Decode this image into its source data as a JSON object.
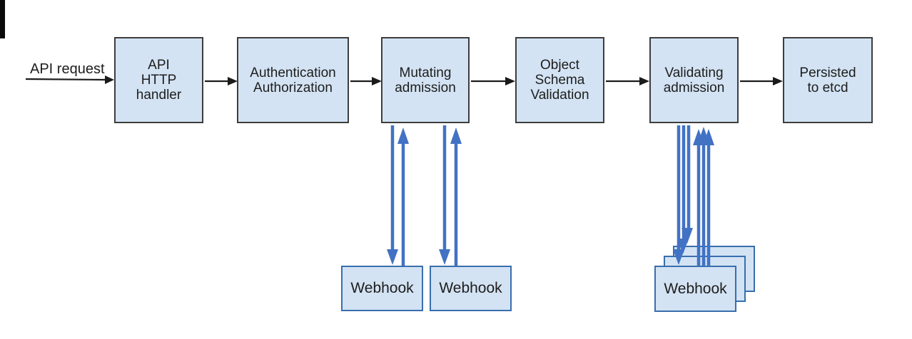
{
  "diagram": {
    "source_label": "API request",
    "nodes": [
      {
        "id": "api-http-handler",
        "label": "API\nHTTP\nhandler"
      },
      {
        "id": "authentication-authorization",
        "label": "Authentication\nAuthorization"
      },
      {
        "id": "mutating-admission",
        "label": "Mutating\nadmission"
      },
      {
        "id": "object-schema-validation",
        "label": "Object\nSchema\nValidation"
      },
      {
        "id": "validating-admission",
        "label": "Validating\nadmission"
      },
      {
        "id": "persisted-to-etcd",
        "label": "Persisted\nto etcd"
      }
    ],
    "webhooks": {
      "mutating": [
        {
          "label": "Webhook"
        },
        {
          "label": "Webhook"
        }
      ],
      "validating": [
        {
          "label": "Webhook"
        },
        {
          "label": "Webhook"
        },
        {
          "label": "Webhook"
        }
      ]
    },
    "connections": {
      "main_flow": [
        "API request -> API HTTP handler",
        "API HTTP handler -> Authentication Authorization",
        "Authentication Authorization -> Mutating admission",
        "Mutating admission -> Object Schema Validation",
        "Object Schema Validation -> Validating admission",
        "Validating admission -> Persisted to etcd"
      ],
      "webhook_calls": [
        "Mutating admission <-> Webhook (x2, bidirectional blue arrows)",
        "Validating admission <-> Webhook stack (x3, bidirectional blue arrows)"
      ]
    },
    "colors": {
      "node_fill": "#d3e3f3",
      "node_border": "#3d3d3d",
      "webhook_border": "#386eae",
      "arrow_blue": "#4272c4",
      "arrow_black": "#1b1b1b",
      "text_color": "#1d1d1d"
    }
  }
}
